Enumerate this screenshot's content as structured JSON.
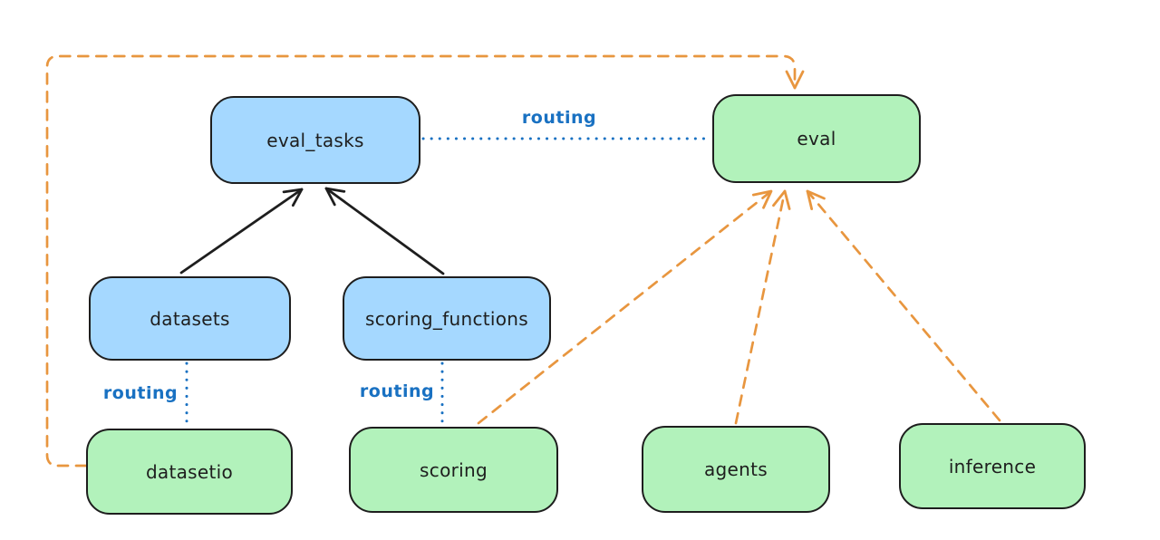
{
  "diagram": {
    "nodes": {
      "eval_tasks": {
        "label": "eval_tasks",
        "kind": "resource",
        "fill": "#a5d8ff"
      },
      "eval": {
        "label": "eval",
        "kind": "api",
        "fill": "#b2f2bb"
      },
      "datasets": {
        "label": "datasets",
        "kind": "resource",
        "fill": "#a5d8ff"
      },
      "scoring_functions": {
        "label": "scoring_functions",
        "kind": "resource",
        "fill": "#a5d8ff"
      },
      "datasetio": {
        "label": "datasetio",
        "kind": "api",
        "fill": "#b2f2bb"
      },
      "scoring": {
        "label": "scoring",
        "kind": "api",
        "fill": "#b2f2bb"
      },
      "agents": {
        "label": "agents",
        "kind": "api",
        "fill": "#b2f2bb"
      },
      "inference": {
        "label": "inference",
        "kind": "api",
        "fill": "#b2f2bb"
      }
    },
    "edge_labels": {
      "eval_tasks_to_eval": "routing",
      "datasets_to_datasetio": "routing",
      "scoring_functions_to_scoring": "routing"
    },
    "edges": [
      {
        "from": "datasets",
        "to": "eval_tasks",
        "style": "solid-black-arrow"
      },
      {
        "from": "scoring_functions",
        "to": "eval_tasks",
        "style": "solid-black-arrow"
      },
      {
        "from": "eval_tasks",
        "to": "eval",
        "style": "dotted-blue",
        "label": "routing"
      },
      {
        "from": "datasets",
        "to": "datasetio",
        "style": "dotted-blue",
        "label": "routing"
      },
      {
        "from": "scoring_functions",
        "to": "scoring",
        "style": "dotted-blue",
        "label": "routing"
      },
      {
        "from": "scoring",
        "to": "eval",
        "style": "dashed-orange-arrow"
      },
      {
        "from": "agents",
        "to": "eval",
        "style": "dashed-orange-arrow"
      },
      {
        "from": "inference",
        "to": "eval",
        "style": "dashed-orange-arrow"
      },
      {
        "from": "datasetio",
        "to": "eval",
        "style": "dashed-orange-arrow-loop"
      }
    ],
    "colors": {
      "stroke": "#1e1e1e",
      "blue_fill": "#a5d8ff",
      "green_fill": "#b2f2bb",
      "routing_blue": "#1971c2",
      "orange": "#e8963f",
      "background": "#ffffff"
    }
  }
}
